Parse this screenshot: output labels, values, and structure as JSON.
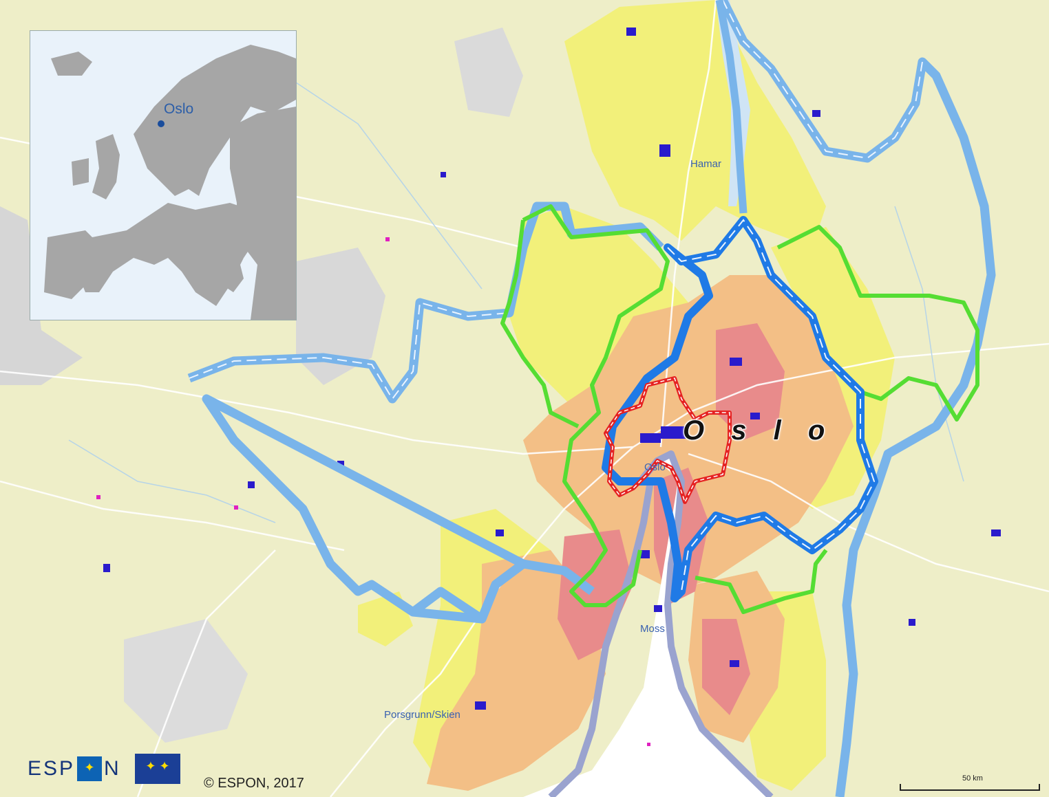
{
  "map": {
    "city_label": "O s l o",
    "place_labels": {
      "hamar": "Hamar",
      "oslo": "Oslo",
      "moss": "Moss",
      "porsgrunn": "Porsgrunn/Skien"
    },
    "inset": {
      "city": "Oslo"
    },
    "colors": {
      "background": "#eeeec8",
      "zone_yellow": "#f2f07a",
      "zone_orange": "#f3bf86",
      "zone_red": "#e88b8b",
      "outline_light_blue": "#79b4ea",
      "outline_blue": "#1f7ae6",
      "outline_green": "#55dd33",
      "outline_red": "#e52222",
      "water": "#ffffff",
      "grey_area": "#d6d6d6"
    }
  },
  "footer": {
    "logo_text_left": "ESP",
    "logo_text_right": "N",
    "copyright": "© ESPON, 2017",
    "scale_label": "50 km"
  }
}
